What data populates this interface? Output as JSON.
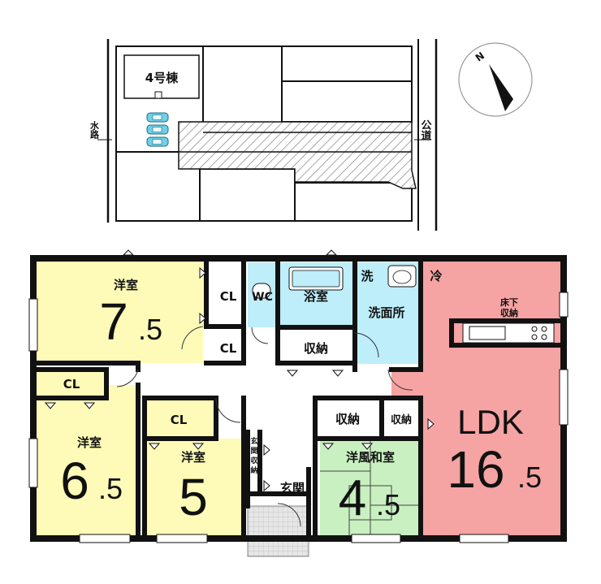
{
  "site_plan": {
    "building_label": "4号棟",
    "left_road_label": "水路",
    "right_road_label": "公道"
  },
  "compass": {
    "north_label": "N"
  },
  "rooms": {
    "bedroom_nw": {
      "name": "洋室",
      "size_int": "7",
      "size_dec": ".5"
    },
    "cl_1": {
      "name": "CL"
    },
    "cl_2": {
      "name": "CL"
    },
    "wc": {
      "name": "WC"
    },
    "bath": {
      "name": "浴室"
    },
    "laundry_mark": {
      "name": "洗"
    },
    "washroom": {
      "name": "洗面所"
    },
    "fridge_mark": {
      "name": "冷"
    },
    "storage_1": {
      "name": "収納"
    },
    "underfloor_storage": {
      "line1": "床下",
      "line2": "収納"
    },
    "cl_3": {
      "name": "CL"
    },
    "bedroom_sw": {
      "name": "洋室",
      "size_int": "6",
      "size_dec": ".5"
    },
    "cl_4": {
      "name": "CL"
    },
    "bedroom_mid": {
      "name": "洋室",
      "size": "5"
    },
    "entrance_storage": {
      "chars": [
        "玄",
        "関",
        "収",
        "納"
      ]
    },
    "entrance": {
      "name": "玄関"
    },
    "storage_2": {
      "name": "収納"
    },
    "storage_3": {
      "name": "収納"
    },
    "japanese_western": {
      "name": "洋風和室",
      "size_int": "4",
      "size_dec": ".5"
    },
    "ldk": {
      "name": "LDK",
      "size_int": "16",
      "size_dec": ".5"
    }
  },
  "colors": {
    "bedroom": "#fdfbb7",
    "wet_area": "#bdeefa",
    "japanese_room": "#c8f0c0",
    "ldk": "#f5a3a3",
    "hatch": "#777777",
    "wall": "#111111"
  }
}
